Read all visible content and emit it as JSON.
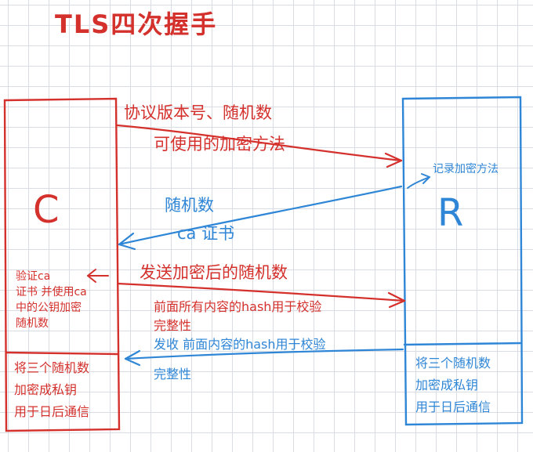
{
  "title": "TLS四次握手",
  "client": {
    "letter": "C",
    "verify_note": [
      "验证ca",
      "证书 并使用ca",
      "中的公钥加密",
      "随机数"
    ],
    "key_note": [
      "将三个随机数",
      "加密成私钥",
      "用于日后通信"
    ]
  },
  "server": {
    "letter": "R",
    "record_note": "记录加密方法",
    "key_note": [
      "将三个随机数",
      "加密成私钥",
      "用于日后通信"
    ]
  },
  "messages": {
    "m1_line1": "协议版本号、随机数",
    "m1_line2": "可使用的加密方法",
    "m2_line1": "随机数",
    "m2_line2": "ca 证书",
    "m3_line1": "发送加密后的随机数",
    "m3_line2": "前面所有内容的hash用于校验",
    "m3_line3": "完整性",
    "m4_line1": "发收 前面内容的hash用于校验",
    "m4_line2": "完整性"
  },
  "colors": {
    "client": "#d4302c",
    "server": "#2f86d6"
  }
}
